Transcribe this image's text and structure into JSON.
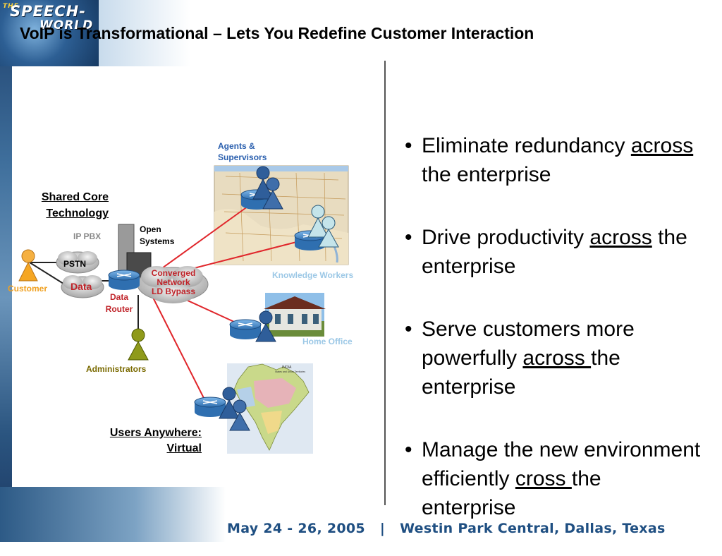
{
  "title": "VoIP is Transformational – Lets You Redefine Customer Interaction",
  "logo": {
    "prefix": "THE",
    "line1": "SPEECH-",
    "line2": "WORLD"
  },
  "footer": {
    "dates": "May 24 - 26, 2005",
    "separator": "|",
    "venue": "Westin Park Central, Dallas, Texas"
  },
  "diagram": {
    "agents": {
      "line1": "Agents &",
      "line2": "Supervisors"
    },
    "shared_core": {
      "line1": "Shared Core",
      "line2": "Technology"
    },
    "ip_pbx": "IP PBX",
    "open_systems": {
      "line1": "Open",
      "line2": "Systems"
    },
    "pstn": "PSTN",
    "data": "Data",
    "customer": "Customer",
    "data_router": {
      "line1": "Data",
      "line2": "Router"
    },
    "converged": {
      "line1": "Converged",
      "line2": "Network",
      "line3": "LD Bypass"
    },
    "knowledge_workers": "Knowledge Workers",
    "home_office": "Home Office",
    "administrators": "Administrators",
    "users_anywhere": {
      "line1": "Users Anywhere:",
      "line2": "Virtual"
    },
    "india_map": {
      "title": "INDIA",
      "subtitle": "States and Union Territories"
    }
  },
  "bullets": [
    {
      "dot": "•",
      "a": "Eliminate redundancy ",
      "u": "across ",
      "b": "the enterprise"
    },
    {
      "dot": "•",
      "a": "Drive productivity ",
      "u": "across",
      "b": " the enterprise"
    },
    {
      "dot": "•",
      "a": "Serve customers more powerfully ",
      "u": "across ",
      "b": "the enterprise"
    },
    {
      "dot": "•",
      "a": "Manage the new environment efficiently ",
      "u": "cross ",
      "b": "the enterprise"
    }
  ],
  "colors": {
    "link_red": "#e0262b",
    "router_blue": "#4a8fd0",
    "label_orange": "#f0a020",
    "label_blue": "#2a5fae",
    "label_lightblue": "#9cc8e6",
    "label_olive": "#7a6a00",
    "label_red": "#c0242a"
  }
}
